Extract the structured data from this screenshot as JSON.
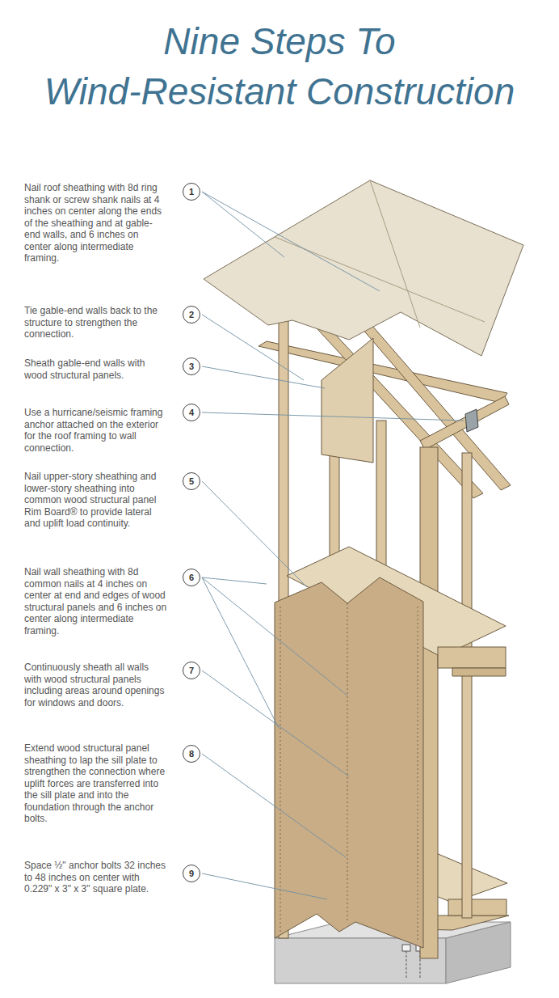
{
  "diagram": {
    "title": "Nine Steps To Wind-Resistant Construction",
    "nodes": [
      {
        "text": [
          "1"
        ]
      },
      {
        "text": [
          "2"
        ]
      },
      {
        "text": [
          "3"
        ]
      },
      {
        "text": [
          "4"
        ]
      },
      {
        "text": [
          "5"
        ]
      },
      {
        "text": [
          "6"
        ]
      },
      {
        "text": [
          "7"
        ]
      },
      {
        "text": [
          "8"
        ]
      },
      {
        "text": [
          "9"
        ]
      }
    ],
    "labels": [
      "Nail roof sheathing with 8d ring shank or screw shank nails at 4 inches on center along the ends of the sheathing and at gable-end walls, and 6 inches on center along intermediate framing.",
      "Tie gable-end walls back to the structure to strengthen the connection.",
      "Sheath gable-end walls with wood structural panels.",
      "Use a hurricane/seismic framing anchor attached on the exterior for the roof framing to wall connection.",
      "Nail upper-story sheathing and lower-story sheathing into common wood structural panel Rim Board® to provide lateral and uplift load continuity.",
      "Nail wall sheathing with 8d common nails at 4 inches on center at end and edges of wood structural panels and 6 inches on center along intermediate framing.",
      "Continuously sheath all walls with wood structural panels including areas around openings for windows and doors.",
      "Extend wood structural panel sheathing to lap the sill plate to strengthen the connection where uplift forces are transferred into the sill plate and into the foundation through the anchor bolts.",
      "Space ½\" anchor bolts 32 inches to 48 inches on center with 0.229\" x 3\" x 3\" square plate."
    ]
  }
}
